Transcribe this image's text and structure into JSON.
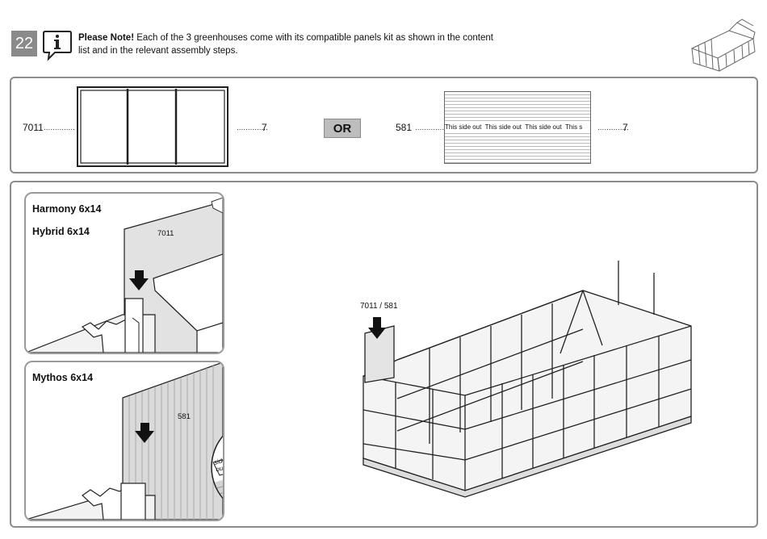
{
  "header": {
    "step_number": "22",
    "note_bold": "Please Note!",
    "note_text": " Each of the 3 greenhouses come with its compatible panels kit as shown in the content list and in the relevant assembly steps."
  },
  "panels_kit": {
    "option_a": {
      "code": "7011",
      "dots_left": "..............",
      "dots_right": "..............",
      "qty": "7"
    },
    "or_label": "OR",
    "option_b": {
      "code": "581",
      "dots_left": "..............",
      "dots_right": "..............",
      "qty": "7",
      "side_text": "This side out  This side out  This side out  This s"
    }
  },
  "insets": {
    "harmony": {
      "title": "Harmony 6x14",
      "panel_code": "7011"
    },
    "hybrid": {
      "title": "Hybrid 6x14"
    },
    "mythos": {
      "title": "Mythos 6x14",
      "panel_code": "581",
      "side_text": "side out"
    }
  },
  "main_diagram": {
    "label": "7011 / 581"
  }
}
